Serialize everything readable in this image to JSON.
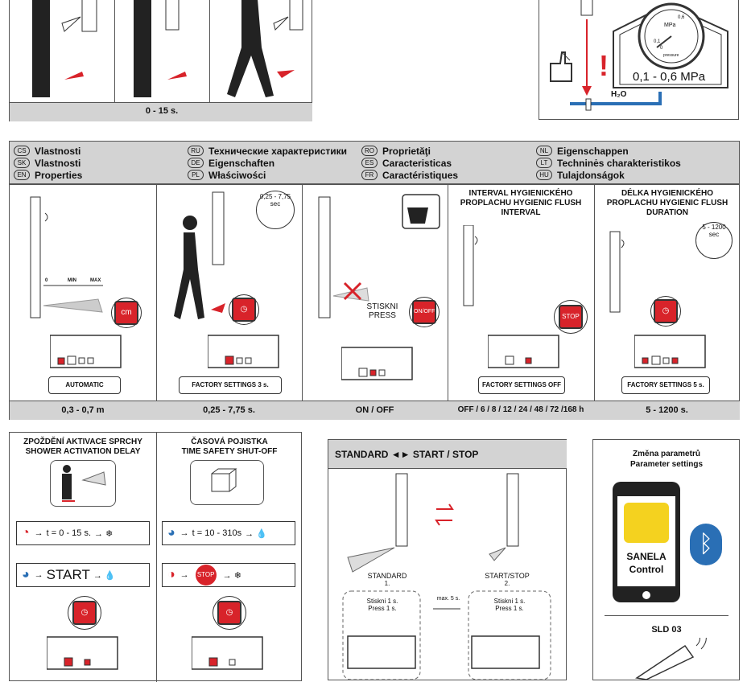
{
  "top": {
    "interval_caption": "0 - 15 s.",
    "pressure": "0,1 - 0,6 MPa",
    "gauge_unit": "MPa",
    "gauge_range_small": "0,1",
    "gauge_max": "0,6",
    "gauge_zero": "0",
    "gauge_label": "pressure",
    "water": "H₂O",
    "exclaim": "!"
  },
  "properties_header": [
    {
      "code": "CS",
      "label": "Vlastnosti"
    },
    {
      "code": "SK",
      "label": "Vlastnosti"
    },
    {
      "code": "EN",
      "label": "Properties"
    },
    {
      "code": "RU",
      "label": "Технические характеристики"
    },
    {
      "code": "DE",
      "label": "Eigenschaften"
    },
    {
      "code": "PL",
      "label": "Właściwości"
    },
    {
      "code": "RO",
      "label": "Proprietăţi"
    },
    {
      "code": "ES",
      "label": "Caracteristicas"
    },
    {
      "code": "FR",
      "label": "Caractéristiques"
    },
    {
      "code": "NL",
      "label": "Eigenschappen"
    },
    {
      "code": "LT",
      "label": "Techninės charakteristikos"
    },
    {
      "code": "HU",
      "label": "Tulajdonságok"
    }
  ],
  "panels": [
    {
      "pill": "AUTOMATIC",
      "bottom": "0,3 - 0,7 m",
      "button": "cm",
      "scale_zero": "0",
      "scale_min": "MIN",
      "scale_max": "MAX"
    },
    {
      "pill": "FACTORY SETTINGS 3 s.",
      "bottom": "0,25 - 7,75 s.",
      "timer": "0,25 - 7,75",
      "timer_unit": "sec"
    },
    {
      "pill": "",
      "bottom": "ON / OFF",
      "press": "STISKNI\nPRESS",
      "button": "ON/OFF"
    },
    {
      "title": "INTERVAL HYGIENICKÉHO PROPLACHU HYGIENIC FLUSH INTERVAL",
      "pill": "FACTORY SETTINGS OFF",
      "bottom": "OFF / 6 / 8 / 12 / 24 / 48 / 72 /168 h",
      "button": "STOP"
    },
    {
      "title": "DÉLKA HYGIENICKÉHO PROPLACHU HYGIENIC FLUSH DURATION",
      "pill": "FACTORY SETTINGS 5 s.",
      "bottom": "5 - 1200 s.",
      "timer": "5 - 1200",
      "timer_unit": "sec"
    }
  ],
  "delay": {
    "title1": "ZPOŽDĚNÍ AKTIVACE SPRCHY",
    "title2": "SHOWER ACTIVATION DELAY",
    "row1": "t = 0 - 15 s.",
    "row2": "START"
  },
  "safety": {
    "title1": "ČASOVÁ POJISTKA",
    "title2": "TIME SAFETY SHUT-OFF",
    "row1": "t = 10 - 310s",
    "stop": "STOP"
  },
  "mode": {
    "header": "STANDARD ◄► START / STOP",
    "left_label": "STANDARD",
    "left_num": "1.",
    "right_label": "START/STOP",
    "right_num": "2.",
    "left_press": "Stiskni 1 s.\nPress 1 s.",
    "right_press": "Stiskni 1 s.\nPress 1 s.",
    "max": "max. 5 s."
  },
  "app": {
    "title1": "Změna parametrů",
    "title2": "Parameter settings",
    "app_name1": "SANELA",
    "app_name2": "Control",
    "remote": "SLD 03"
  },
  "colors": {
    "accent": "#d8232a",
    "blue": "#2a6fb5",
    "gray": "#d3d3d3"
  }
}
